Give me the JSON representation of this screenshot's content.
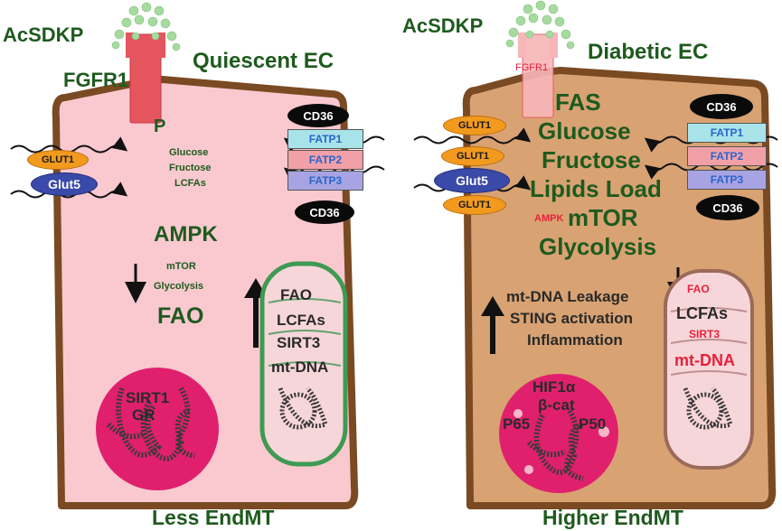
{
  "colors": {
    "quiescent_cell": "#f9c9cf",
    "diabetic_cell": "#d9a273",
    "cell_border": "#7a4a23",
    "receptor": "#e5555d",
    "ligand_dots": "#a6dba0",
    "label_green": "#1e5a1e",
    "label_red": "#e8213a",
    "nucleus": "#e0206d",
    "mito_border": "#3f9a52",
    "glut1": "#f29a1e",
    "glut5": "#3a4aa8",
    "cd36": "#0a0a0a",
    "fatp1": "#a9e3ea",
    "fatp2": "#f2a0a8",
    "fatp3": "#a8a4e4"
  },
  "icons": [
    "receptor-icon",
    "molecule-dots-icon",
    "wavy-arrow-icon",
    "down-arrow-icon",
    "up-arrow-icon",
    "nucleus-icon",
    "chromatin-icon",
    "mitochondrion-icon"
  ],
  "left": {
    "ligand": "AcSDKP",
    "title": "Quiescent EC",
    "receptor": "FGFR1",
    "phospho": "P",
    "metabolites": [
      "Glucose",
      "Fructose",
      "LCFAs"
    ],
    "glut1": "GLUT1",
    "glut5": "Glut5",
    "cd36_top": "CD36",
    "cd36_bottom": "CD36",
    "fatp": [
      "FATP1",
      "FATP2",
      "FATP3"
    ],
    "ampk": "AMPK",
    "down_items": [
      "mTOR",
      "Glycolysis"
    ],
    "fao": "FAO",
    "mito": [
      "FAO",
      "LCFAs",
      "SIRT3",
      "mt-DNA"
    ],
    "nucleus": [
      "SIRT1",
      "GR"
    ],
    "footer": "Less EndMT"
  },
  "right": {
    "ligand": "AcSDKP",
    "title": "Diabetic EC",
    "receptor": "FGFR1",
    "metabolites": [
      "FAS",
      "Glucose",
      "Fructose",
      "Lipids Load"
    ],
    "ampk": "AMPK",
    "mtor": "mTOR",
    "glycolysis": "Glycolysis",
    "glut1_a": "GLUT1",
    "glut1_b": "GLUT1",
    "glut5": "Glut5",
    "glut1_c": "GLUT1",
    "cd36_top": "CD36",
    "cd36_bottom": "CD36",
    "fatp": [
      "FATP1",
      "FATP2",
      "FATP3"
    ],
    "up_items": [
      "mt-DNA Leakage",
      "STING activation",
      "Inflammation"
    ],
    "mito": [
      "FAO",
      "LCFAs",
      "SIRT3",
      "mt-DNA"
    ],
    "nucleus": [
      "HIF1α",
      "β-cat",
      "P65",
      "P50"
    ],
    "footer": "Higher EndMT"
  }
}
